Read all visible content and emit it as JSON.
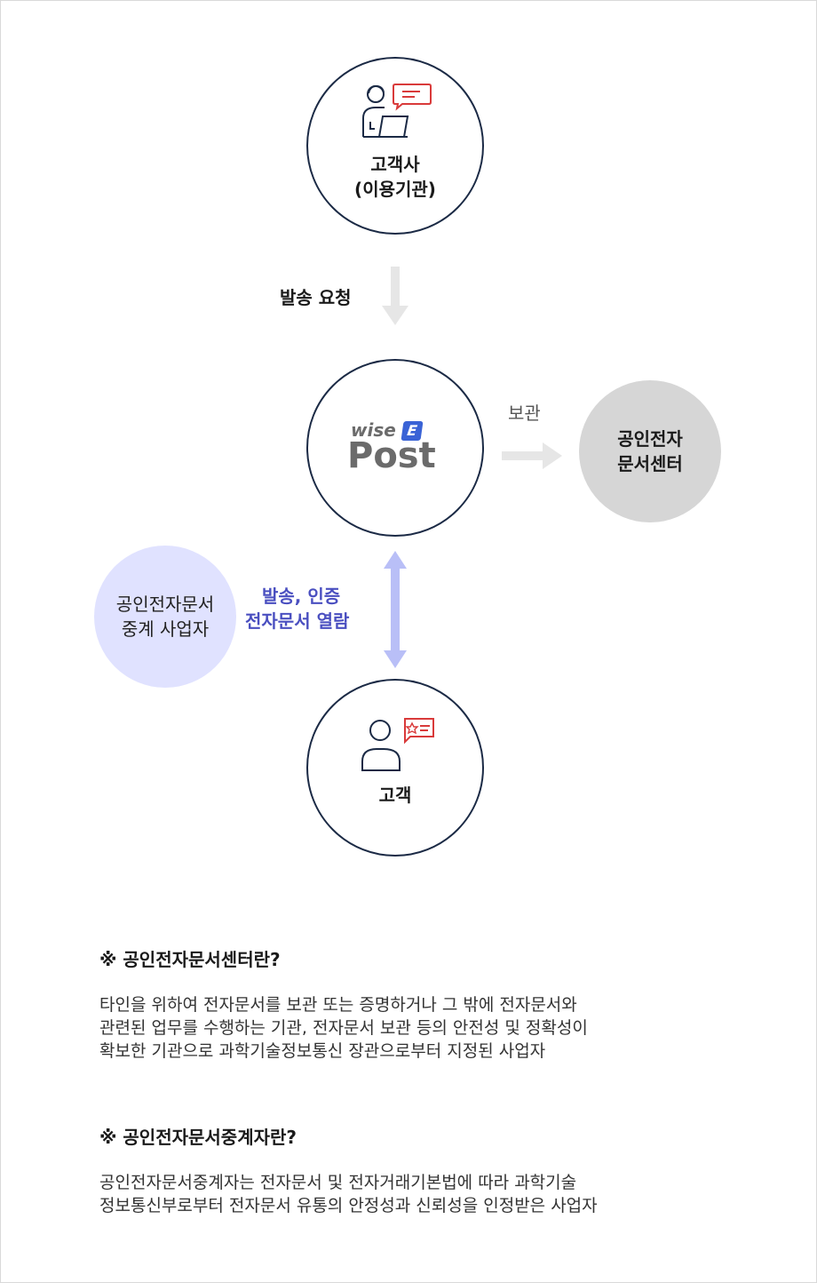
{
  "nodes": {
    "client_company": {
      "line1": "고객사",
      "line2": "(이용기관)"
    },
    "wisepost": {
      "logo_small": "wise",
      "logo_badge": "E",
      "logo_big": "Post"
    },
    "certified_center": {
      "line1": "공인전자",
      "line2": "문서센터"
    },
    "intermediary": {
      "line1": "공인전자문서",
      "line2": "중계 사업자"
    },
    "customer": {
      "label": "고객"
    }
  },
  "flows": {
    "send_request": "발송 요청",
    "storage": "보관",
    "send_auth_line1": "발송, 인증",
    "send_auth_line2": "전자문서 열람"
  },
  "notes": [
    {
      "title": "※ 공인전자문서센터란?",
      "lines": [
        "타인을 위하여 전자문서를 보관 또는 증명하거나 그 밖에 전자문서와",
        "관련된 업무를 수행하는 기관, 전자문서 보관 등의 안전성 및 정확성이",
        "확보한 기관으로 과학기술정보통신 장관으로부터 지정된 사업자"
      ]
    },
    {
      "title": "※ 공인전자문서중계자란?",
      "lines": [
        "공인전자문서중계자는 전자문서 및 전자거래기본법에 따라 과학기술",
        "정보통신부로부터 전자문서 유통의 안정성과 신뢰성을 인정받은 사업자"
      ]
    }
  ],
  "colors": {
    "outline": "#1b2a45",
    "accent_red": "#d93a3a",
    "arrow_gray": "#e6e6e6",
    "arrow_blue": "#b9bff7",
    "intermediary_fill": "#e0e2ff",
    "center_fill": "#d6d6d6",
    "logo_gray": "#6b6b6b",
    "logo_blue": "#3a63d6",
    "flow_blue": "#4a4fc0"
  }
}
